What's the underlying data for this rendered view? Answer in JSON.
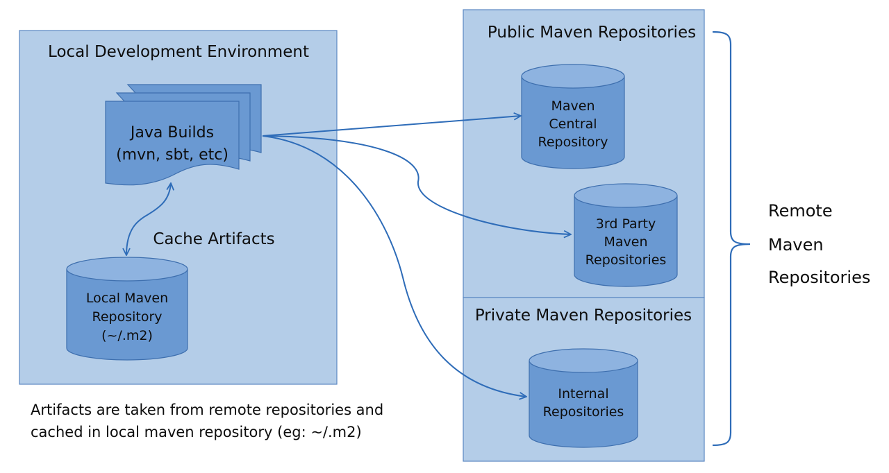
{
  "local_env": {
    "title": "Local Development Environment",
    "builds_line1": "Java Builds",
    "builds_line2": "(mvn, sbt, etc)",
    "cache_label": "Cache Artifacts",
    "local_repo": [
      "Local Maven",
      "Repository",
      "(~/.m2)"
    ]
  },
  "public_repos": {
    "title": "Public Maven Repositories",
    "maven_central": [
      "Maven",
      "Central",
      "Repository"
    ],
    "third_party": [
      "3rd Party",
      "Maven",
      "Repositories"
    ]
  },
  "private_repos": {
    "title": "Private Maven Repositories",
    "internal": [
      "Internal",
      "Repositories"
    ]
  },
  "remote_label": [
    "Remote",
    "Maven",
    "Repositories"
  ],
  "footnote": [
    "Artifacts are taken from remote repositories and",
    "cached in local maven repository (eg: ~/.m2)"
  ],
  "colors": {
    "panel_fill": "#b4cde8",
    "panel_stroke": "#5a87c2",
    "shape_fill": "#6a99d2",
    "shape_top": "#8eb3e0",
    "shape_stroke": "#3e6fae",
    "arrow": "#2e6cb8"
  }
}
